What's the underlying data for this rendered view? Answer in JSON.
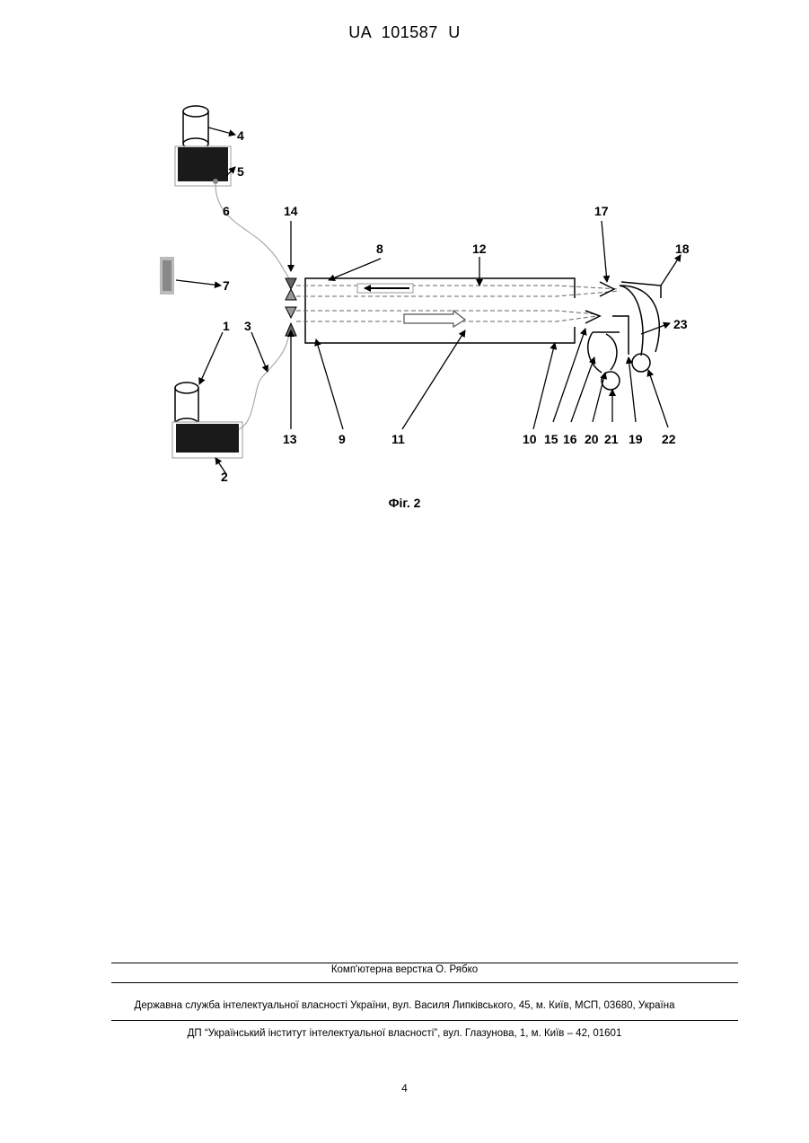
{
  "header": {
    "patent_number": "UA 101587 U"
  },
  "figure": {
    "caption": "Фіг. 2",
    "labels": [
      "1",
      "2",
      "3",
      "4",
      "5",
      "6",
      "7",
      "8",
      "9",
      "10",
      "11",
      "12",
      "13",
      "14",
      "15",
      "16",
      "17",
      "18",
      "19",
      "20",
      "21",
      "22",
      "23"
    ]
  },
  "footer": {
    "layout_credit": "Комп'ютерна верстка О. Рябко",
    "office": "Державна служба інтелектуальної власності України, вул. Василя Липківського, 45, м. Київ, МСП, 03680, Україна",
    "institute": "ДП “Український інститут інтелектуальної власності”, вул. Глазунова, 1, м. Київ – 42, 01601"
  },
  "page_number": "4"
}
